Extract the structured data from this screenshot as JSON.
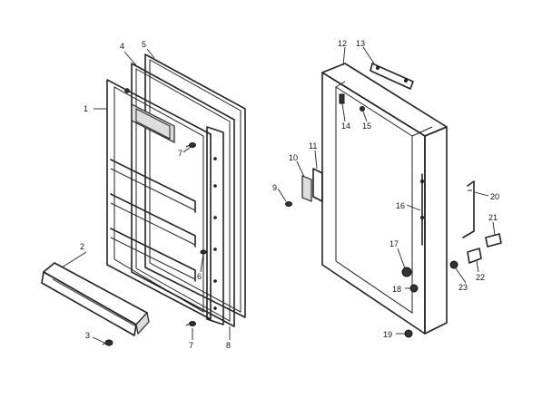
{
  "callouts": {
    "c1": "1",
    "c2": "2",
    "c3": "3",
    "c4": "4",
    "c5": "5",
    "c6": "6",
    "c7a": "7",
    "c7b": "7",
    "c8": "8",
    "c9": "9",
    "c10": "10",
    "c11": "11",
    "c12": "12",
    "c13": "13",
    "c14": "14",
    "c15": "15",
    "c16": "16",
    "c17": "17",
    "c18": "18",
    "c19": "19",
    "c20": "20",
    "c21": "21",
    "c22": "22",
    "c23": "23"
  }
}
